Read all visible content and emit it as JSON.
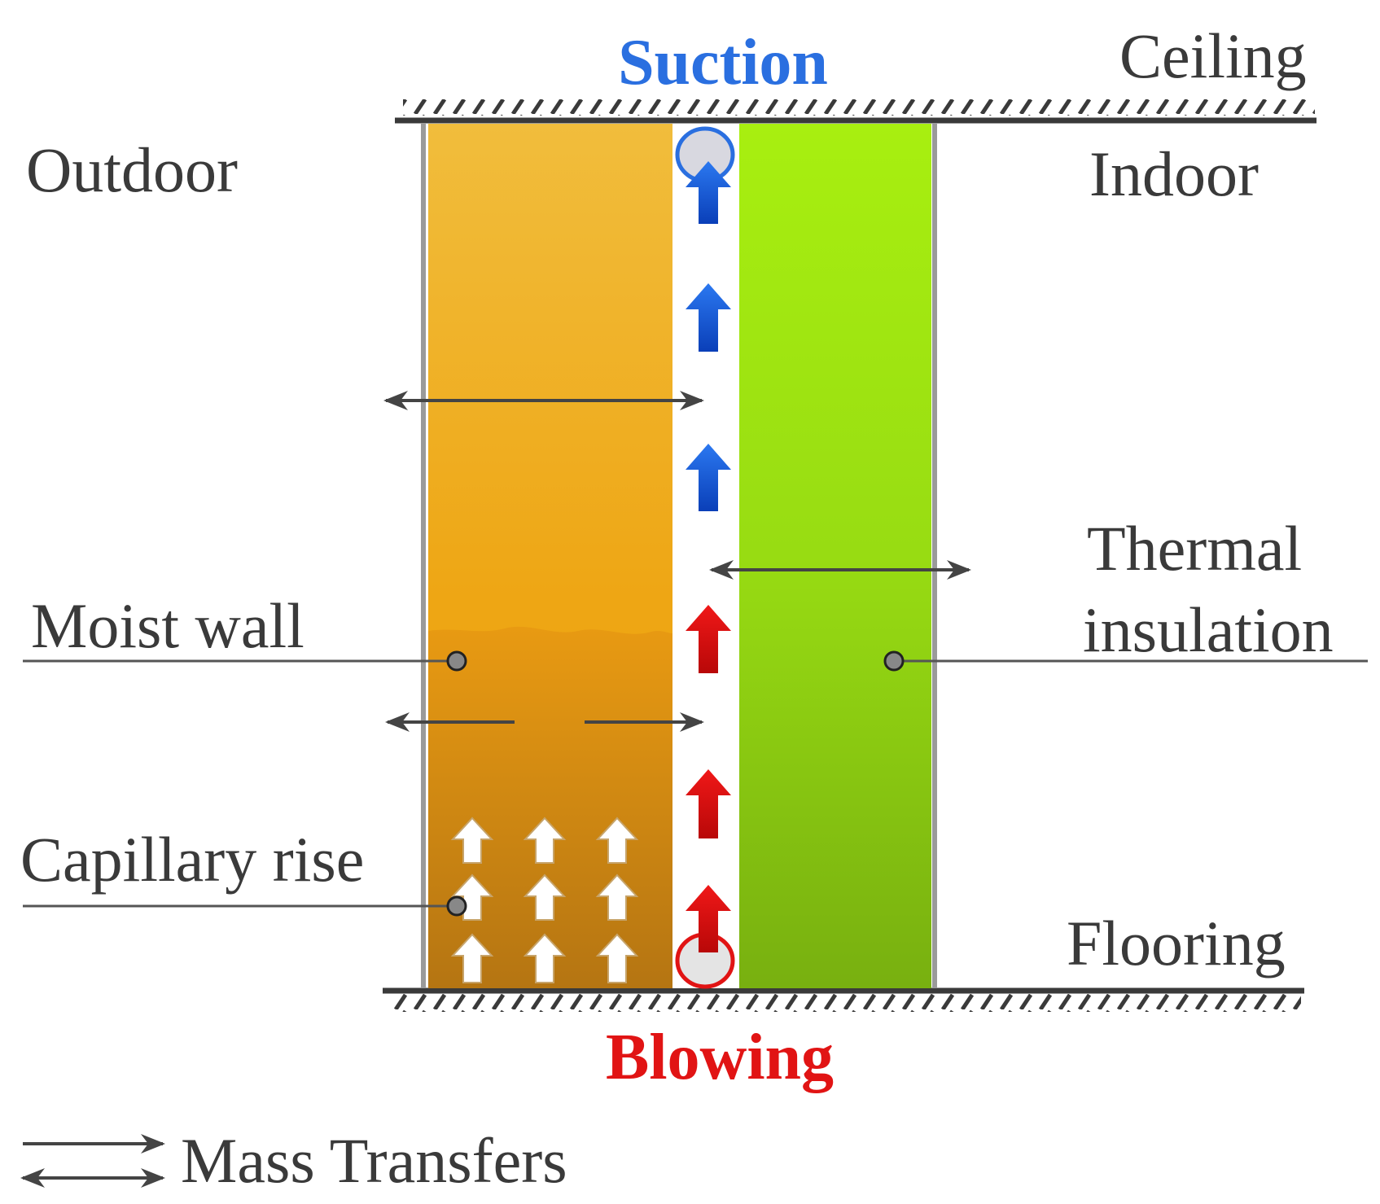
{
  "labels": {
    "suction": "Suction",
    "blowing": "Blowing",
    "ceiling": "Ceiling",
    "flooring": "Flooring",
    "outdoor": "Outdoor",
    "indoor": "Indoor",
    "thermal_line1": "Thermal",
    "thermal_line2": "insulation",
    "moist_wall": "Moist wall",
    "capillary_rise": "Capillary rise",
    "legend": "Mass Transfers"
  },
  "colors": {
    "suction": "#2a6fe0",
    "blowing": "#e11414",
    "wall_top": "#f1bd3c",
    "wall_wet": "#c98010",
    "insulation_top": "#a8ef10",
    "insulation_bottom": "#7ab510",
    "arrow_blue": "#1458d8",
    "arrow_red": "#dd0a0a"
  },
  "icons": {
    "suction_marker": "circle-outline-icon",
    "blowing_marker": "circle-outline-icon",
    "airflow_up": "arrow-up-icon",
    "mass_transfer": "double-headed-arrow-icon",
    "capillary": "arrow-up-icon"
  }
}
